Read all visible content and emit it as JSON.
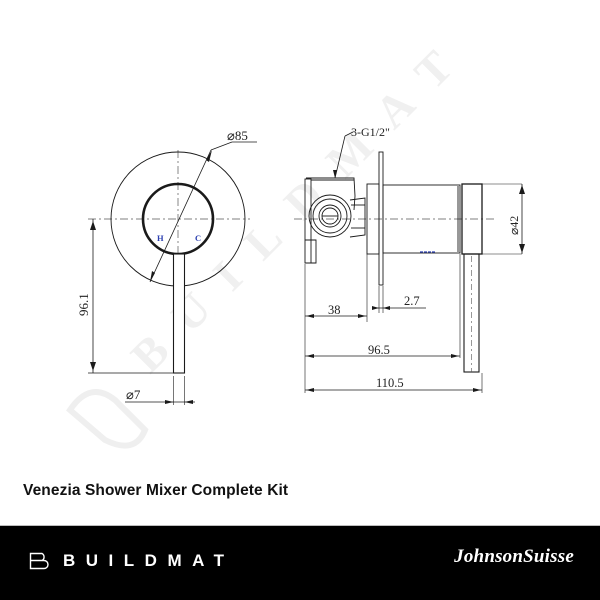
{
  "drawing": {
    "front_view": {
      "plate_diameter_label": "⌀85",
      "lever_length_label": "96.1",
      "lever_diameter_label": "⌀7",
      "hot_label": "H",
      "cold_label": "C"
    },
    "side_view": {
      "inlet_label": "3-G1/2\"",
      "body_diameter_label": "⌀42",
      "dim_38": "38",
      "dim_2_7": "2.7",
      "dim_96_5": "96.5",
      "dim_110_5": "110.5"
    },
    "watermark": "BUILDMAT",
    "colors": {
      "line": "#1a1a1a",
      "hc_label": "#2b3fb0",
      "watermark": "#f1f1f1"
    }
  },
  "product": {
    "title": "Venezia Shower Mixer Complete Kit"
  },
  "footer": {
    "brand_left": "BUILDMAT",
    "brand_right": "JohnsonSuisse",
    "background": "#000000"
  }
}
